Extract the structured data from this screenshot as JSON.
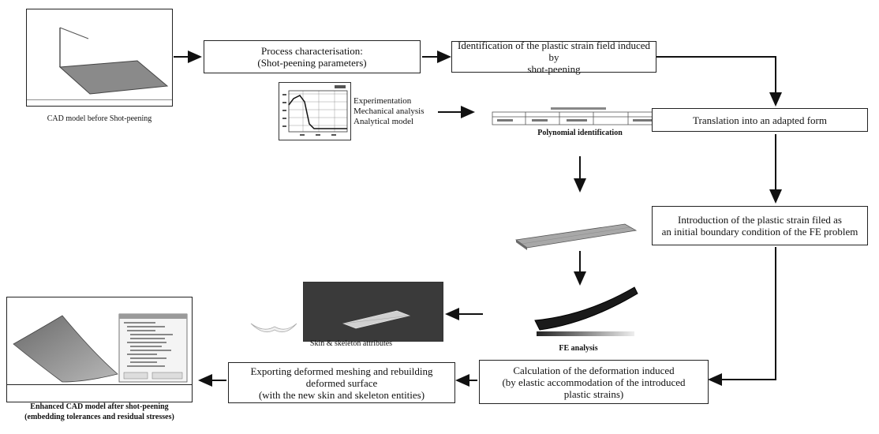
{
  "nodes": {
    "cad_before_caption": "CAD model before Shot-peening",
    "process_char": "Process characterisation:\n(Shot-peening parameters)",
    "identification": "Identification of the plastic strain field induced by\nshot-peening",
    "translation": "Translation into an adapted form",
    "introduction": "Introduction of the plastic strain filed as\nan initial boundary condition of the FE problem",
    "calculation": "Calculation of the deformation induced\n(by elastic accommodation of the introduced\nplastic strains)",
    "exporting": "Exporting deformed meshing and rebuilding\ndeformed surface\n(with the new skin and skeleton entities)",
    "enhanced_caption": "Enhanced CAD model after shot-peening\n(embedding tolerances and residual stresses)"
  },
  "labels": {
    "methods": "Experimentation\nMechanical analysis\nAnalytical model",
    "polynomial": "Polynomial identification",
    "skin_skeleton": "Skin & skeleton attributes",
    "fe_analysis": "FE analysis"
  },
  "colors": {
    "plate_gray": "#8a8a8a",
    "dark_viewport": "#3a3a3a",
    "border": "#222222"
  }
}
